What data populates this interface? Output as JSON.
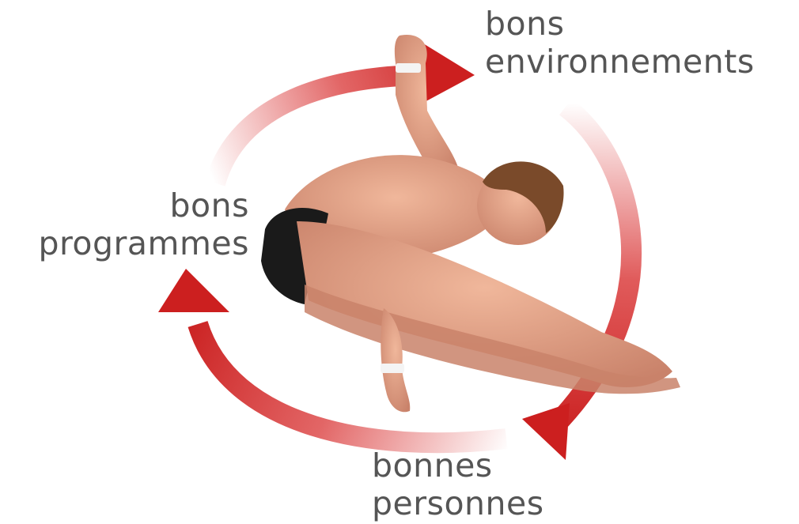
{
  "diagram": {
    "labels": {
      "environnements": {
        "line1": "bons",
        "line2": "environnements"
      },
      "programmes": {
        "line1": "bons",
        "line2": "programmes"
      },
      "personnes": {
        "line1": "bonnes",
        "line2": "personnes"
      }
    },
    "colors": {
      "arrow": "#d62424",
      "arrow_fade": "#ffffff",
      "text": "#555555",
      "skin": "#d9957a",
      "swimsuit": "#1a1a1a",
      "hair": "#7a4a2a"
    },
    "center_image": "diver-in-pike-position"
  }
}
